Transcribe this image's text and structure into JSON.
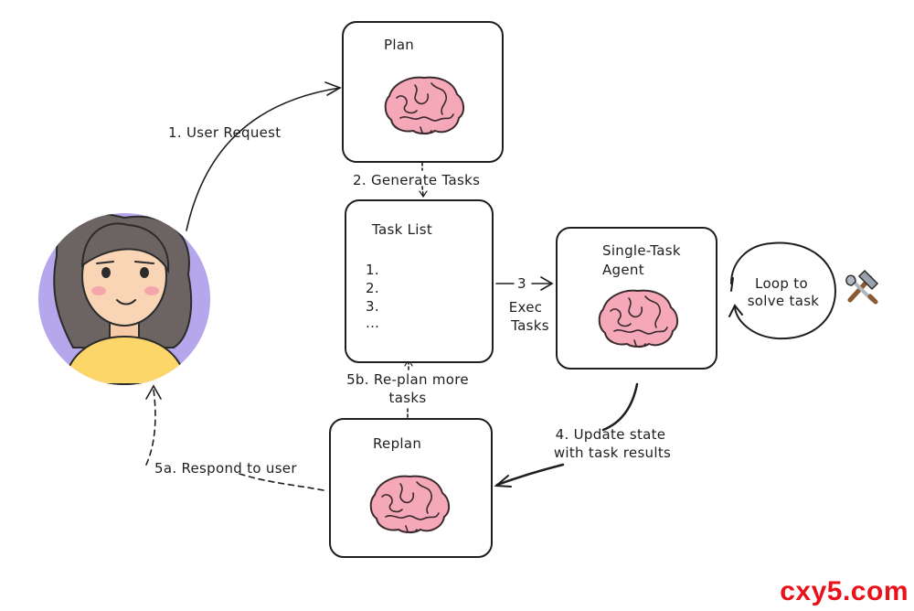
{
  "nodes": {
    "plan": {
      "title": "Plan"
    },
    "task_list": {
      "title": "Task List",
      "items": [
        "1.",
        "2.",
        "3.",
        "..."
      ]
    },
    "single_task_agent": {
      "title_line1": "Single-Task",
      "title_line2": "Agent"
    },
    "replan": {
      "title": "Replan"
    },
    "loop": {
      "line1": "Loop to",
      "line2": "solve task"
    }
  },
  "edges": {
    "user_request": "1. User Request",
    "generate_tasks": "2. Generate Tasks",
    "exec_num": "3",
    "exec_line1": "Exec",
    "exec_line2": "Tasks",
    "update_line1": "4. Update state",
    "update_line2": "with task results",
    "respond": "5a. Respond to user",
    "replan_line1": "5b. Re-plan more",
    "replan_line2": "tasks"
  },
  "icons": {
    "brain": "brain-icon",
    "tools": "tools-icon",
    "user": "user-avatar"
  },
  "colors": {
    "brain": "#f5a9b8",
    "avatar_bg": "#b6a6ec",
    "shirt": "#fdd66a",
    "watermark": "#e8121b"
  },
  "watermark": "cxy5.com"
}
